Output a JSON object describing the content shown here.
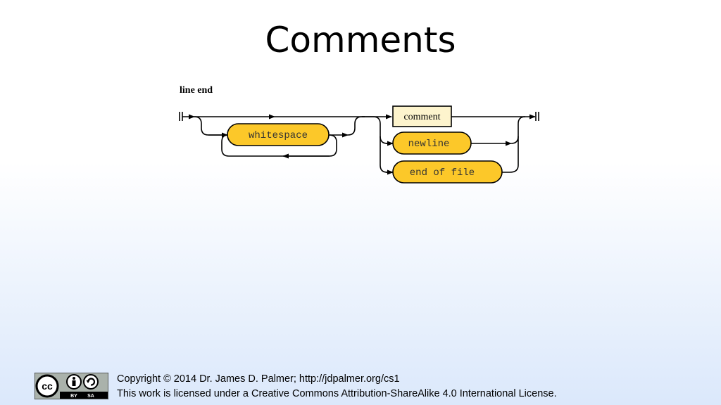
{
  "slide": {
    "title": "Comments"
  },
  "diagram": {
    "rule_name": "line end",
    "terminals": {
      "whitespace": "whitespace",
      "newline": "newline",
      "end_of_file": "end of file"
    },
    "nonterminals": {
      "comment": "comment"
    }
  },
  "footer": {
    "copyright": "Copyright © 2014 Dr. James D. Palmer; http://jdpalmer.org/cs1",
    "license": "This work is licensed under a Creative Commons Attribution-ShareAlike 4.0 International License.",
    "badge": {
      "by": "BY",
      "sa": "SA",
      "cc": "cc"
    }
  },
  "colors": {
    "terminal_fill": "#fcc829",
    "nonterminal_fill": "#fdf4cd",
    "line": "#000000"
  }
}
